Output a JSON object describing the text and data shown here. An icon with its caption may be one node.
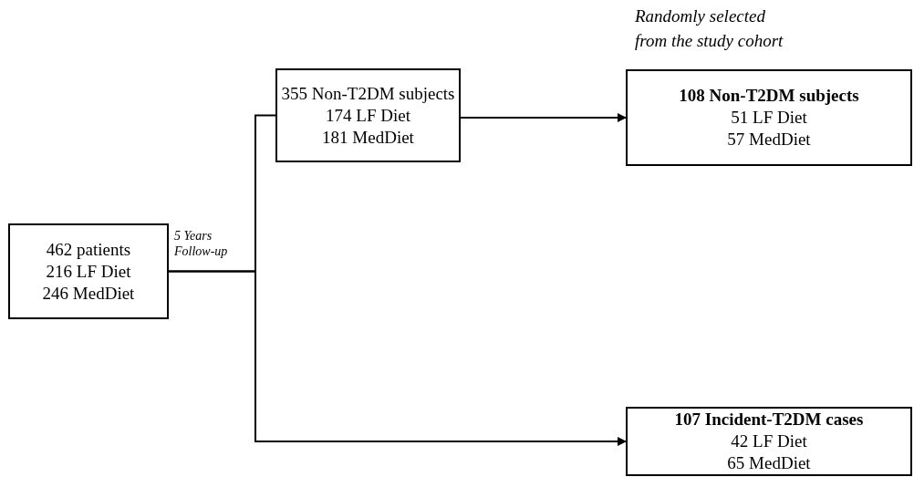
{
  "diagram": {
    "nodes": [
      {
        "text": [
          "462 patients",
          "216 LF Diet",
          "246 MedDiet"
        ]
      },
      {
        "text": [
          "355 Non-T2DM subjects",
          "174 LF Diet",
          "181 MedDiet"
        ]
      },
      {
        "text": [
          "**108 Non-T2DM subjects**",
          "51 LF Diet",
          "57 MedDiet"
        ],
        "beside": [
          "Randomly selected from the study cohort"
        ]
      },
      {
        "text": [
          "**107 Incident-T2DM cases**",
          "42 LF Diet",
          "65 MedDiet"
        ]
      }
    ],
    "edges": [
      {
        "from": 0,
        "to": 1,
        "arrow": "none"
      },
      {
        "from": 1,
        "to": 2,
        "arrow": "to"
      },
      {
        "from": 0,
        "to": 3,
        "arrow": "to"
      }
    ],
    "labels": [
      "5 Years Follow-up"
    ]
  }
}
